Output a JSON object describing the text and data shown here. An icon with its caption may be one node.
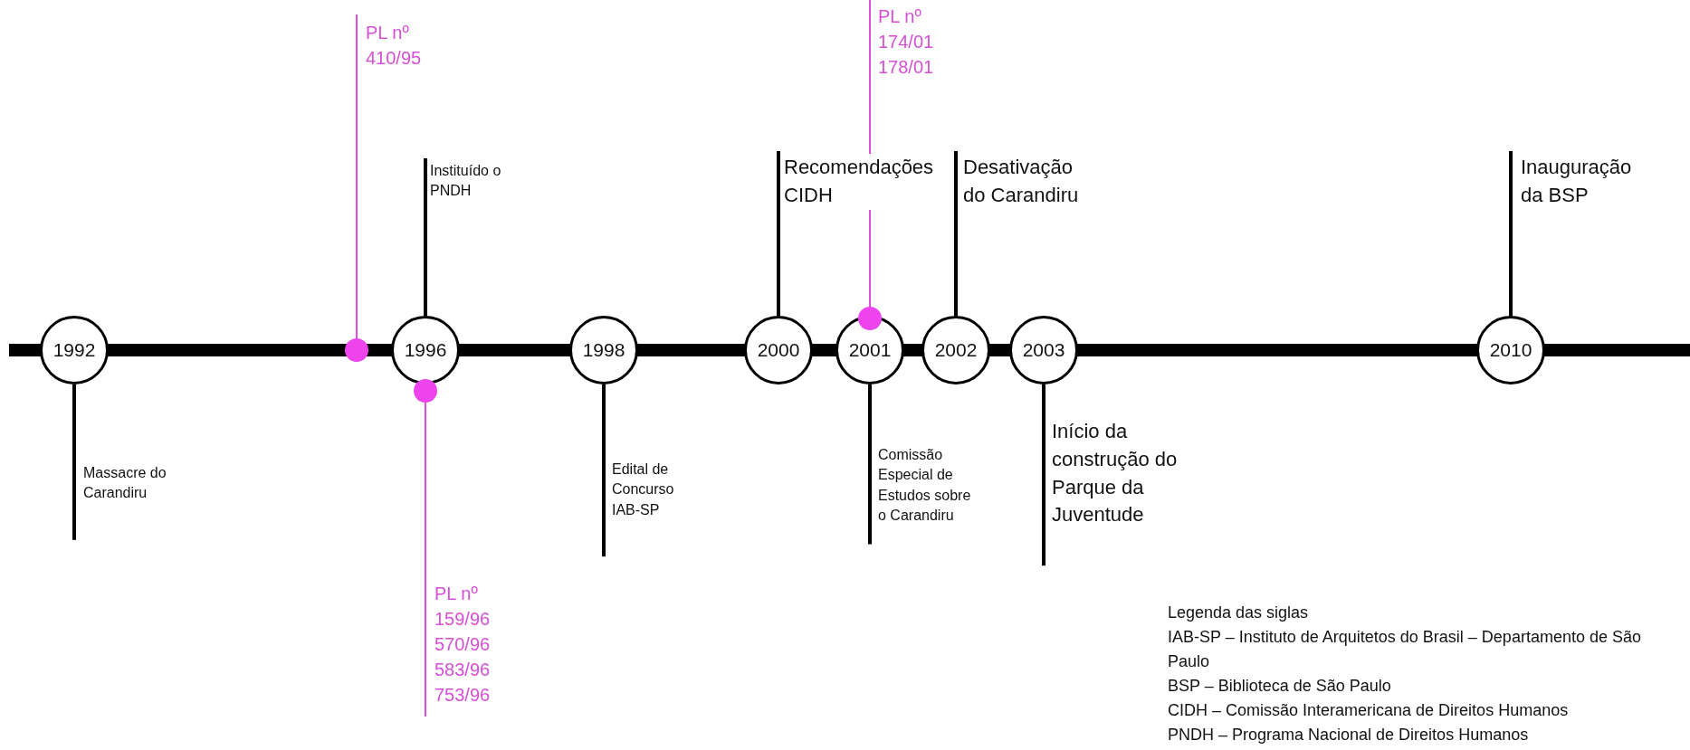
{
  "diagram": {
    "nodes": [
      {
        "text": [
          "1992"
        ]
      },
      {
        "text": [
          "Massacre do Carandiru"
        ]
      },
      {
        "text": [],
        "shape": "circle"
      },
      {
        "text": [
          "PL nº 410/95"
        ]
      },
      {
        "text": [
          "1996"
        ]
      },
      {
        "text": [
          "Instituído o PNDH"
        ]
      },
      {
        "text": [],
        "shape": "circle"
      },
      {
        "text": [
          "PL nº 159/96 570/96 583/96 753/96"
        ]
      },
      {
        "text": [
          "1998"
        ]
      },
      {
        "text": [
          "Edital de Concurso IAB-SP"
        ]
      },
      {
        "text": [
          "2000"
        ]
      },
      {
        "text": [
          "Recomendações CIDH"
        ]
      },
      {
        "text": [],
        "shape": "circle"
      },
      {
        "text": [
          "PL nº 174/01 178/01"
        ]
      },
      {
        "text": [
          "2001"
        ]
      },
      {
        "text": [
          "Comissão Especial de Estudos sobre o Carandiru"
        ]
      },
      {
        "text": [
          "2002"
        ]
      },
      {
        "text": [
          "Desativação do Carandiru"
        ]
      },
      {
        "text": [
          "2003"
        ]
      },
      {
        "text": [
          "Início da construção do Parque da Juventude"
        ]
      },
      {
        "text": [
          "2010"
        ]
      },
      {
        "text": [
          "Inauguração da BSP"
        ]
      }
    ],
    "edges": [
      {
        "from": 0,
        "to": 1,
        "arrow": "none"
      },
      {
        "from": 2,
        "to": 3,
        "arrow": "none",
        "color": "#e04ee0"
      },
      {
        "from": 4,
        "to": 5,
        "arrow": "none"
      },
      {
        "from": 6,
        "to": 7,
        "arrow": "none",
        "color": "#e04ee0"
      },
      {
        "from": 8,
        "to": 9,
        "arrow": "none"
      },
      {
        "from": 10,
        "to": 11,
        "arrow": "none"
      },
      {
        "from": 12,
        "to": 13,
        "arrow": "none",
        "color": "#e04ee0"
      },
      {
        "from": 14,
        "to": 15,
        "arrow": "none"
      },
      {
        "from": 16,
        "to": 17,
        "arrow": "none"
      },
      {
        "from": 18,
        "to": 19,
        "arrow": "none"
      },
      {
        "from": 20,
        "to": 21,
        "arrow": "none"
      }
    ],
    "labels": [
      "Legenda das siglas",
      "IAB-SP – Instituto de Arquitetos do Brasil – Departamento de São Paulo",
      "BSP – Biblioteca de São Paulo",
      "CIDH – Comissão Interamericana de Direitos Humanos",
      "PNDH – Programa Nacional de Direitos Humanos"
    ]
  }
}
